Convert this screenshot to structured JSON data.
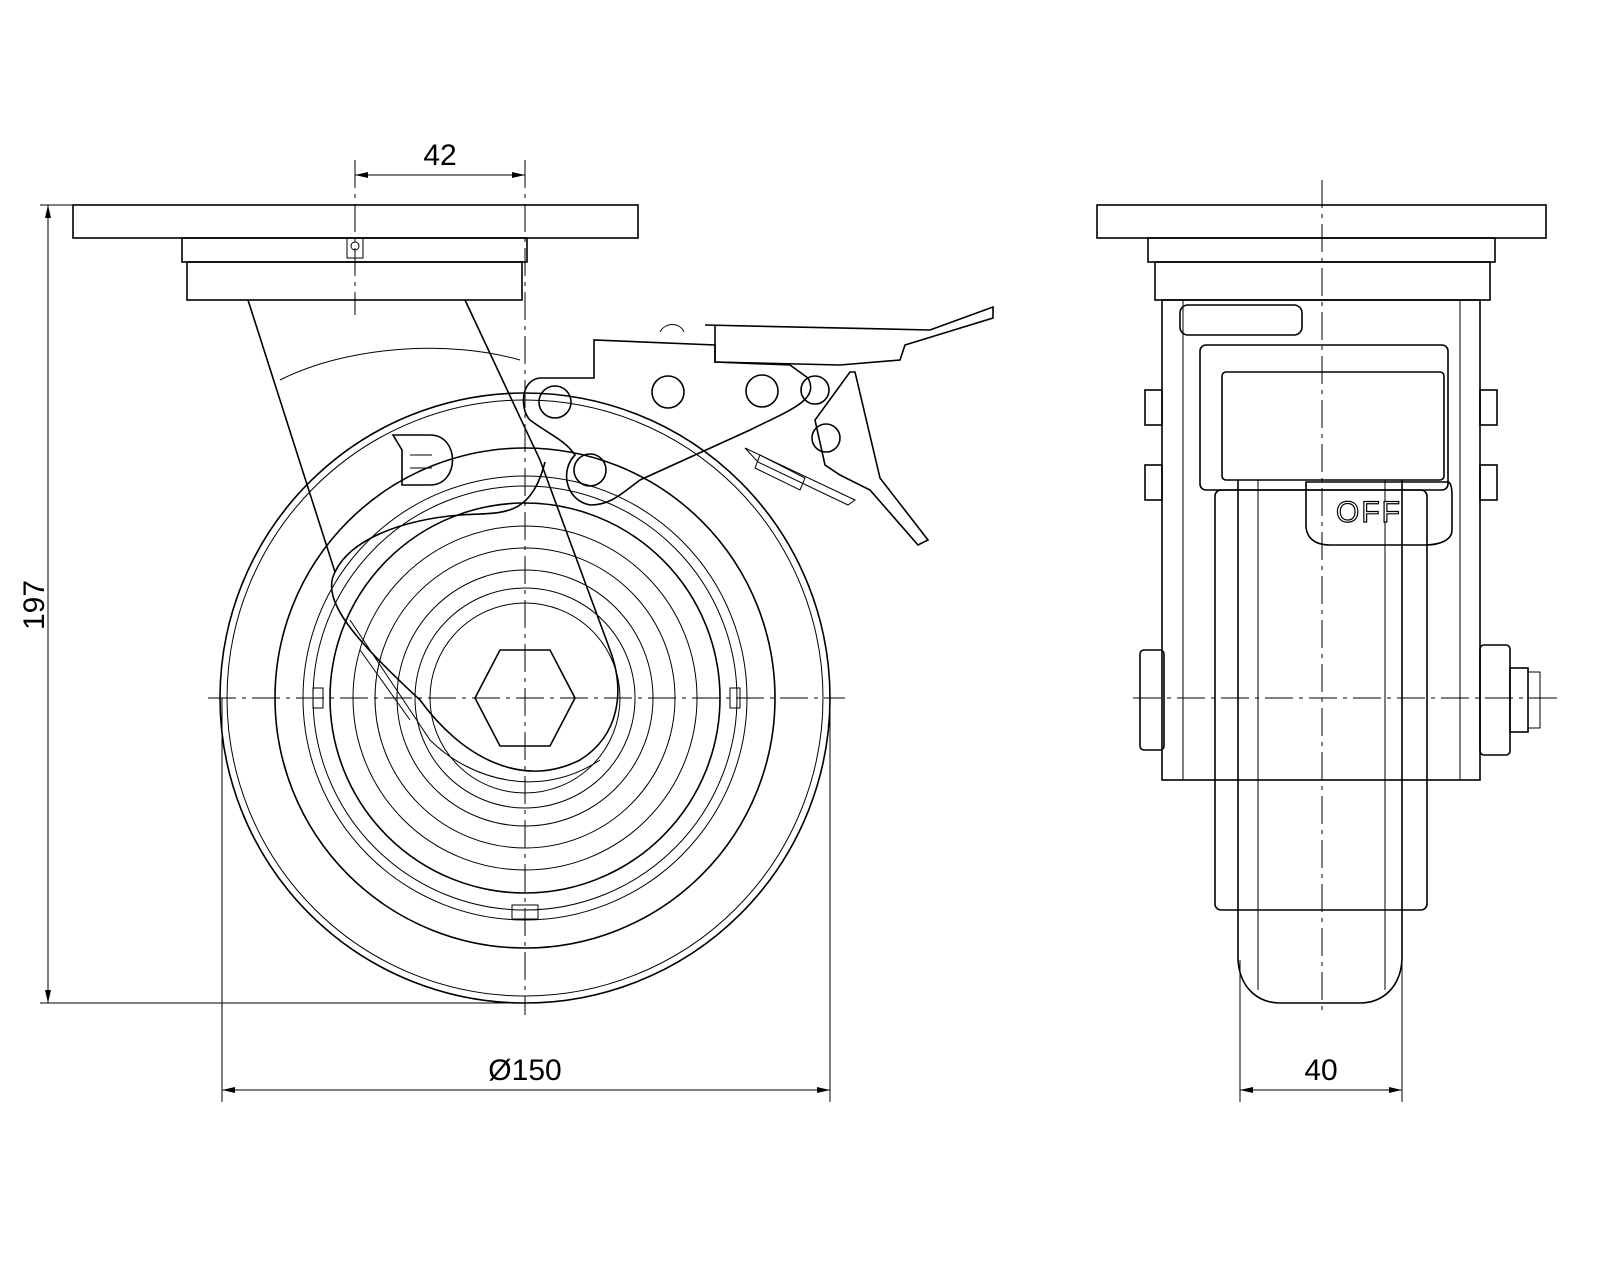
{
  "drawing": {
    "dimensions": {
      "offset": "42",
      "height": "197",
      "wheel_diameter": "Ø150",
      "wheel_width": "40"
    },
    "brake_label": "OFF",
    "logo_letter": "D"
  }
}
